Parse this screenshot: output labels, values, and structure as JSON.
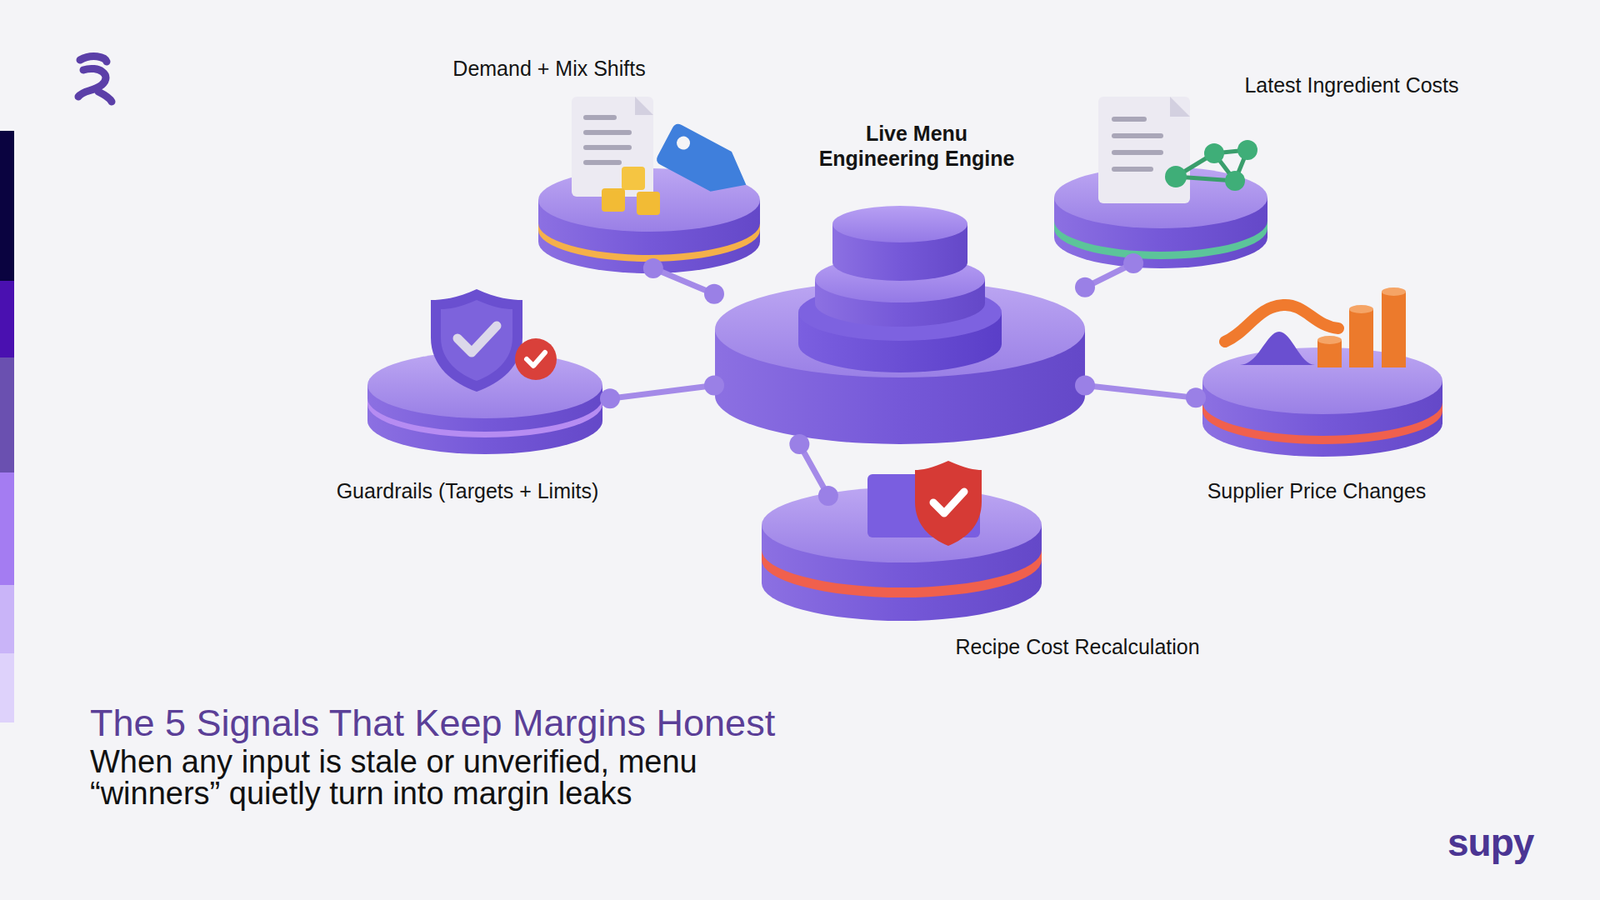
{
  "diagram": {
    "title": "The 5 Signals That Keep Margins Honest",
    "caption": "When any input is stale or unverified, menu “winners” quietly turn into margin leaks",
    "nodes": [
      {
        "text": [
          "Demand + Mix Shifts"
        ]
      },
      {
        "text": [
          "Live Menu Engineering Engine"
        ]
      },
      {
        "text": [
          "Latest Ingredient Costs"
        ]
      },
      {
        "text": [
          "Guardrails (Targets + Limits)"
        ]
      },
      {
        "text": [
          "Supplier Price Changes"
        ]
      },
      {
        "text": [
          "Recipe Cost Recalculation"
        ]
      }
    ],
    "edges": [
      {
        "from": 1,
        "to": 0,
        "arrow": "none"
      },
      {
        "from": 1,
        "to": 2,
        "arrow": "none"
      },
      {
        "from": 1,
        "to": 3,
        "arrow": "none"
      },
      {
        "from": 1,
        "to": 4,
        "arrow": "none"
      },
      {
        "from": 1,
        "to": 5,
        "arrow": "none"
      }
    ],
    "labels": [
      "supy"
    ]
  }
}
